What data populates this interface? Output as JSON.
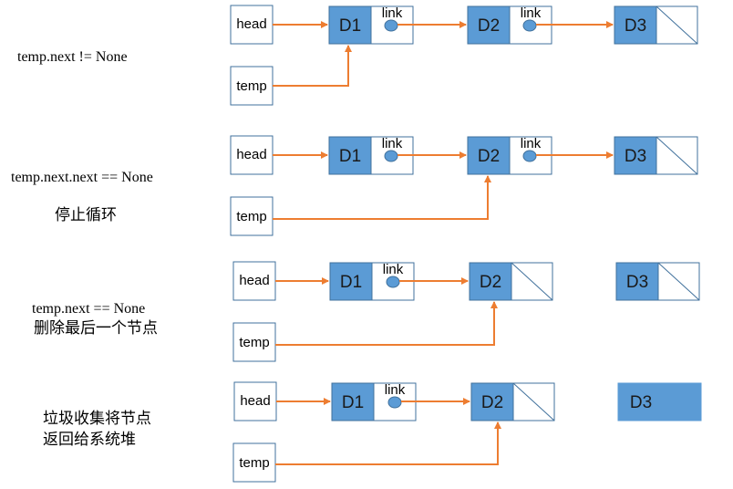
{
  "colors": {
    "node_fill": "#5b9bd5",
    "node_stroke": "#41719c",
    "box_stroke": "#41719c",
    "arrow": "#ed7d31"
  },
  "labels": {
    "head": "head",
    "temp": "temp",
    "link": "link",
    "d1": "D1",
    "d2": "D2",
    "d3": "D3"
  },
  "steps": [
    {
      "lines": [
        "temp.next != None"
      ]
    },
    {
      "lines": [
        "temp.next.next == None",
        "停止循环"
      ]
    },
    {
      "lines": [
        "temp.next == None",
        "删除最后一个节点"
      ]
    },
    {
      "lines": [
        "垃圾收集将节点",
        "返回给系统堆"
      ]
    }
  ]
}
